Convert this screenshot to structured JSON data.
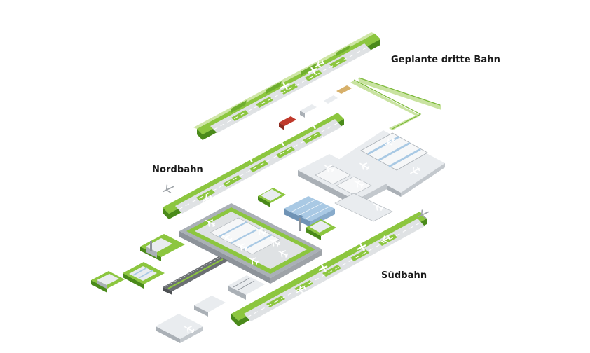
{
  "labels": {
    "third_runway": "Geplante dritte Bahn",
    "north_runway": "Nordbahn",
    "south_runway": "Südbahn"
  },
  "colors": {
    "grass": "#8cc63f",
    "grass_dark": "#5a9a22",
    "pavement": "#d7dadd",
    "pavement_side": "#9ea3a8",
    "building": "#e9ecef",
    "glass": "#a9c9e4"
  },
  "icons": {
    "aircraft": "airplane-icon"
  }
}
